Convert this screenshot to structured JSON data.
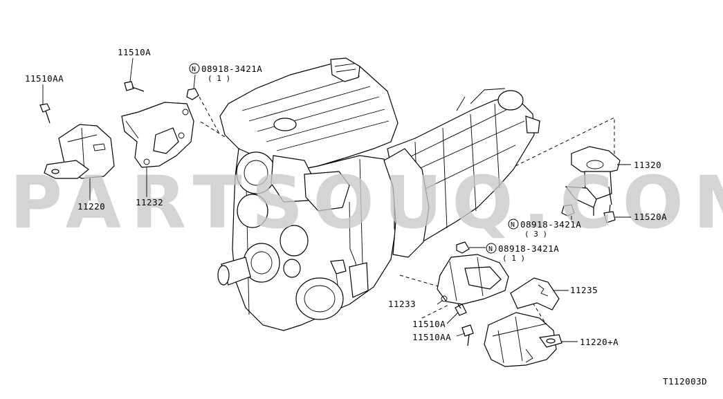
{
  "diagram_id": "T112003D",
  "watermark": "PARTSOUQ.COM",
  "callouts": {
    "p11510AA_top": "11510AA",
    "p11510A_top": "11510A",
    "p08918_top": "08918-3421A",
    "p08918_top_qty": "( 1 )",
    "p11220": "11220",
    "p11232": "11232",
    "p11320": "11320",
    "p08918_right": "08918-3421A",
    "p08918_right_qty": "( 3 )",
    "p11520A": "11520A",
    "p08918_lower": "08918-3421A",
    "p08918_lower_qty": "( 1 )",
    "p11235": "11235",
    "p11233": "11233",
    "p11510A_bottom": "11510A",
    "p11510AA_bottom": "11510AA",
    "p11220A": "11220+A"
  },
  "nut_symbol": "N"
}
